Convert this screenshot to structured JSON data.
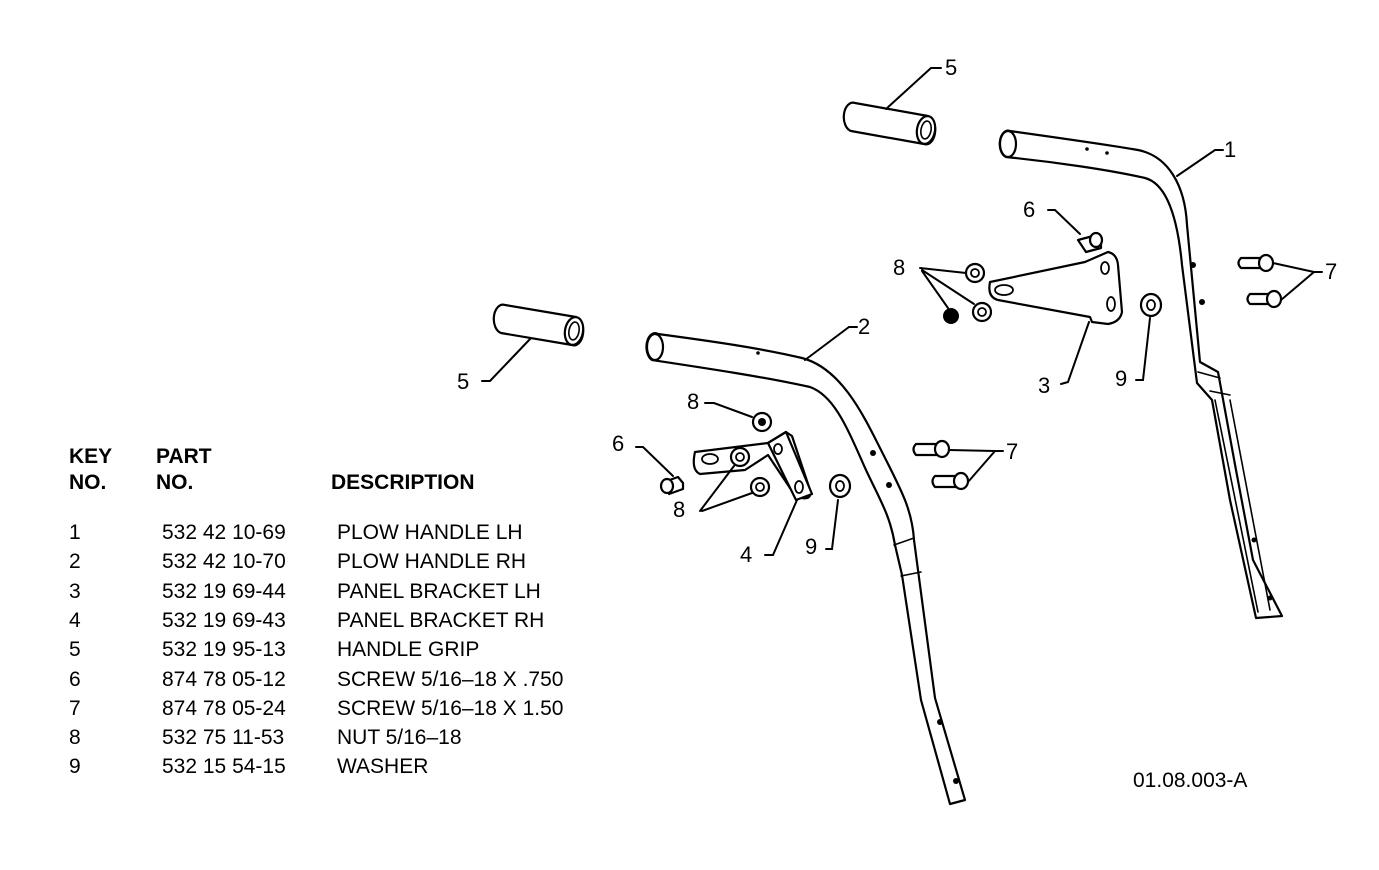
{
  "table": {
    "headers": {
      "key_no": [
        "KEY",
        "NO."
      ],
      "part_no": [
        "PART",
        "NO."
      ],
      "description": "DESCRIPTION"
    },
    "rows": [
      {
        "key": "1",
        "part": "532 42 10-69",
        "description": "PLOW HANDLE LH"
      },
      {
        "key": "2",
        "part": "532 42 10-70",
        "description": "PLOW HANDLE RH"
      },
      {
        "key": "3",
        "part": "532 19 69-44",
        "description": "PANEL BRACKET LH"
      },
      {
        "key": "4",
        "part": "532 19 69-43",
        "description": "PANEL BRACKET RH"
      },
      {
        "key": "5",
        "part": "532 19 95-13",
        "description": "HANDLE GRIP"
      },
      {
        "key": "6",
        "part": "874 78 05-12",
        "description": "SCREW 5/16–18 X .750"
      },
      {
        "key": "7",
        "part": "874 78 05-24",
        "description": "SCREW 5/16–18 X 1.50"
      },
      {
        "key": "8",
        "part": "532 75 11-53",
        "description": "NUT 5/16–18"
      },
      {
        "key": "9",
        "part": "532 15 54-15",
        "description": "WASHER"
      }
    ]
  },
  "callouts": {
    "c1": "1",
    "c2": "2",
    "c3": "3",
    "c4": "4",
    "c5_top": "5",
    "c5_left": "5",
    "c6_right": "6",
    "c6_left": "6",
    "c7_right": "7",
    "c7_left": "7",
    "c8_right": "8",
    "c8_left_top": "8",
    "c8_left_bottom": "8",
    "c9_right": "9",
    "c9_left": "9"
  },
  "figure_id": "01.08.003-A",
  "colors": {
    "ink": "#000000",
    "paper": "#ffffff"
  }
}
